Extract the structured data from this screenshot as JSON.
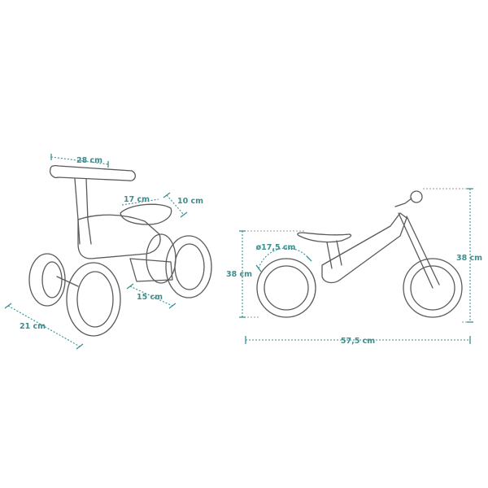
{
  "colors": {
    "accent": "#3a8f8f",
    "line": "#5a5a5a",
    "guide": "#9a9a9a",
    "background": "#ffffff"
  },
  "perspective_view": {
    "handlebar_width": "28 cm",
    "seat_length": "17 cm",
    "seat_width": "10 cm",
    "rear_axle_width": "15 cm",
    "front_base_width": "21 cm"
  },
  "side_view": {
    "wheel_diameter": "ø17,5 cm",
    "seat_height": "38 cm",
    "handlebar_height": "38 cm",
    "overall_length": "57,5 cm"
  }
}
